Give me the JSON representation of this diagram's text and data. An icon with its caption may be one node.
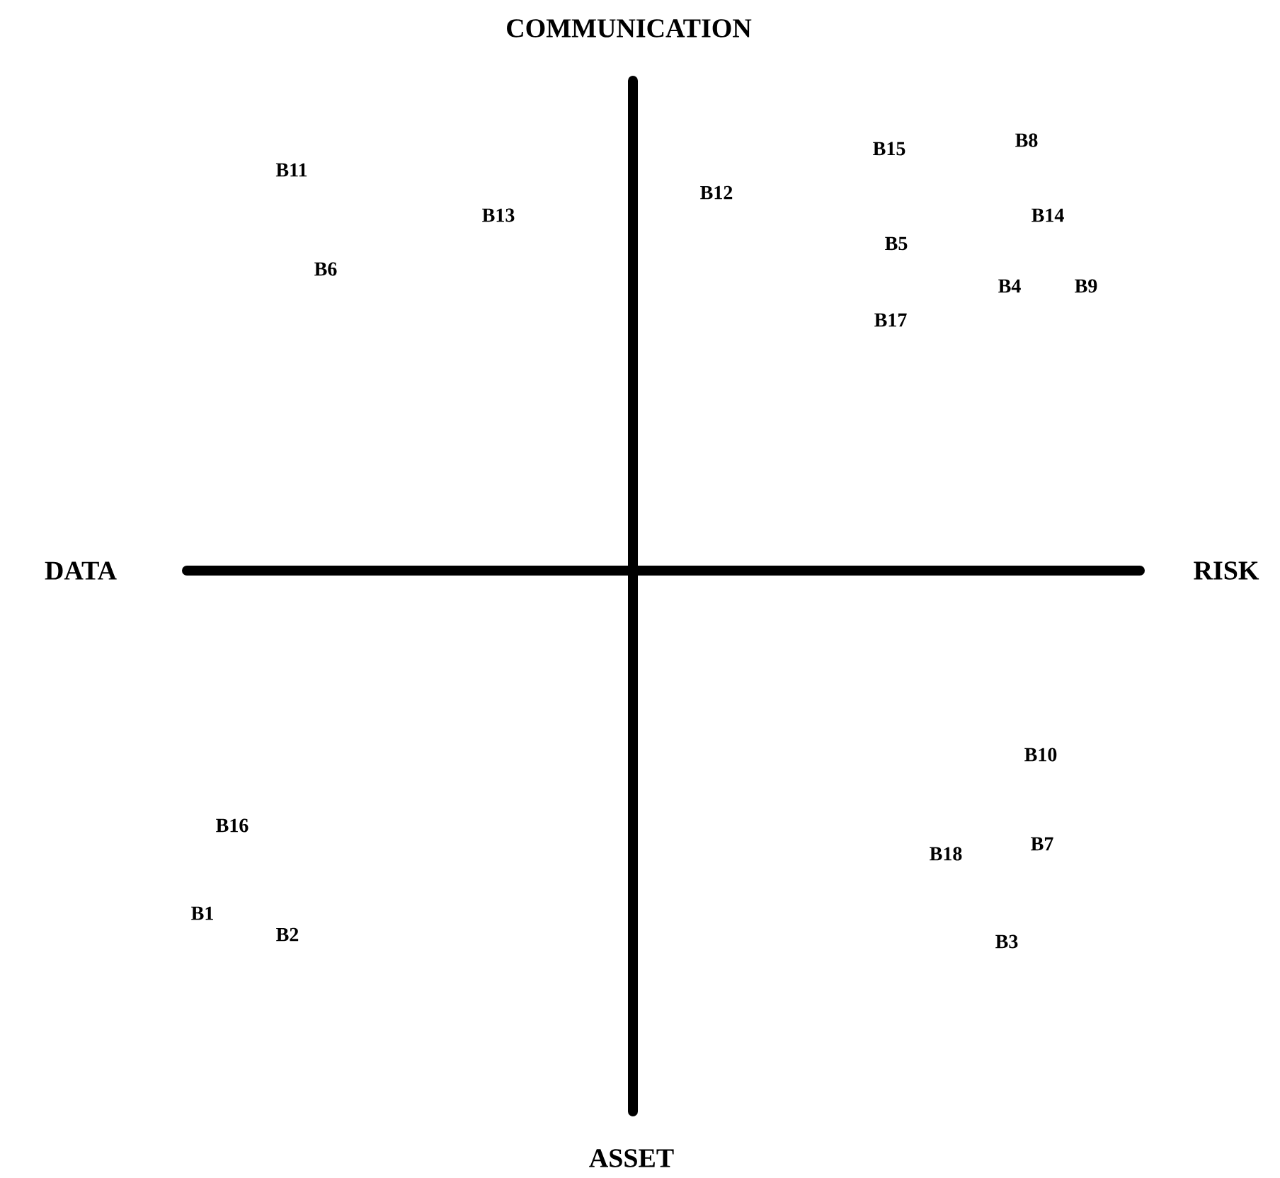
{
  "diagram": {
    "labels": [
      "COMMUNICATION",
      "B8",
      "B15",
      "B11",
      "B12",
      "B13",
      "B14",
      "B5",
      "B6",
      "B4",
      "B9",
      "B17",
      "DATA",
      "RISK",
      "B10",
      "B16",
      "B7",
      "B18",
      "B1",
      "B2",
      "B3",
      "ASSET"
    ]
  }
}
